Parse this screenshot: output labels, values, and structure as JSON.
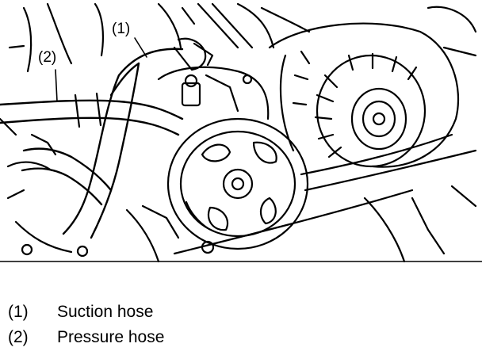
{
  "diagram": {
    "callouts": [
      {
        "id": "1",
        "label": "(1)"
      },
      {
        "id": "2",
        "label": "(2)"
      }
    ]
  },
  "legend": {
    "items": [
      {
        "number": "(1)",
        "text": "Suction hose"
      },
      {
        "number": "(2)",
        "text": "Pressure hose"
      }
    ]
  },
  "colors": {
    "ink": "#000000",
    "paper": "#ffffff"
  }
}
